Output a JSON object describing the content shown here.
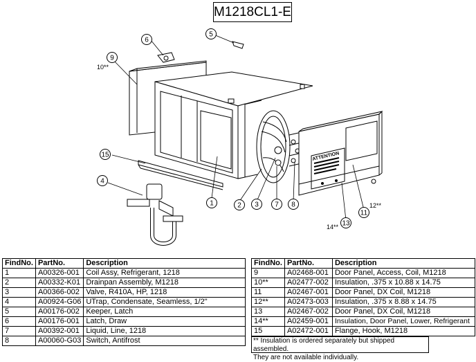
{
  "title": "M1218CL1-E",
  "callouts": [
    {
      "id": "c1",
      "num": "1"
    },
    {
      "id": "c2",
      "num": "2"
    },
    {
      "id": "c3",
      "num": "3"
    },
    {
      "id": "c4",
      "num": "4"
    },
    {
      "id": "c5",
      "num": "5"
    },
    {
      "id": "c6",
      "num": "6"
    },
    {
      "id": "c7",
      "num": "7"
    },
    {
      "id": "c8",
      "num": "8"
    },
    {
      "id": "c9",
      "num": "9"
    },
    {
      "id": "c10",
      "num": "10**"
    },
    {
      "id": "c11",
      "num": "11"
    },
    {
      "id": "c12",
      "num": "12**"
    },
    {
      "id": "c13",
      "num": "13"
    },
    {
      "id": "c14",
      "num": "14**"
    },
    {
      "id": "c15",
      "num": "15"
    }
  ],
  "label_warning": "ATTENTION",
  "table_headers": [
    "FindNo.",
    "PartNo.",
    "Description"
  ],
  "parts_left": [
    {
      "find": "1",
      "part": "A00326-001",
      "desc": "Coil Assy, Refrigerant, 1218"
    },
    {
      "find": "2",
      "part": "A00332-K01",
      "desc": "Drainpan Assembly, M1218"
    },
    {
      "find": "3",
      "part": "A00366-002",
      "desc": "Valve, R410A, HP, 1218"
    },
    {
      "find": "4",
      "part": "A00924-G06",
      "desc": "UTrap, Condensate, Seamless, 1/2\""
    },
    {
      "find": "5",
      "part": "A00176-002",
      "desc": "Keeper, Latch"
    },
    {
      "find": "6",
      "part": "A00176-001",
      "desc": "Latch, Draw"
    },
    {
      "find": "7",
      "part": "A00392-001",
      "desc": "Liquid, Line, 1218"
    },
    {
      "find": "8",
      "part": "A00060-G03",
      "desc": "Switch, Antifrost"
    }
  ],
  "parts_right": [
    {
      "find": "9",
      "part": "A02468-001",
      "desc": "Door Panel, Access, Coil, M1218"
    },
    {
      "find": "10**",
      "part": "A02477-002",
      "desc": "Insulation, .375 x 10.88 x 14.75"
    },
    {
      "find": "11",
      "part": "A02467-001",
      "desc": "Door Panel, DX Coil, M1218"
    },
    {
      "find": "12**",
      "part": "A02473-003",
      "desc": "Insulation, .375 x 8.88 x 14.75"
    },
    {
      "find": "13",
      "part": "A02467-002",
      "desc": "Door Panel, DX Coil, M1218"
    },
    {
      "find": "14**",
      "part": "A02459-001",
      "desc": "Insulation, Door Panel, Lower, Refrigerant"
    },
    {
      "find": "15",
      "part": "A02472-001",
      "desc": "Flange, Hook, M1218"
    }
  ],
  "footnote_line1": "** Insulation is ordered separately but shipped assembled.",
  "footnote_line2": "They are not available individually."
}
